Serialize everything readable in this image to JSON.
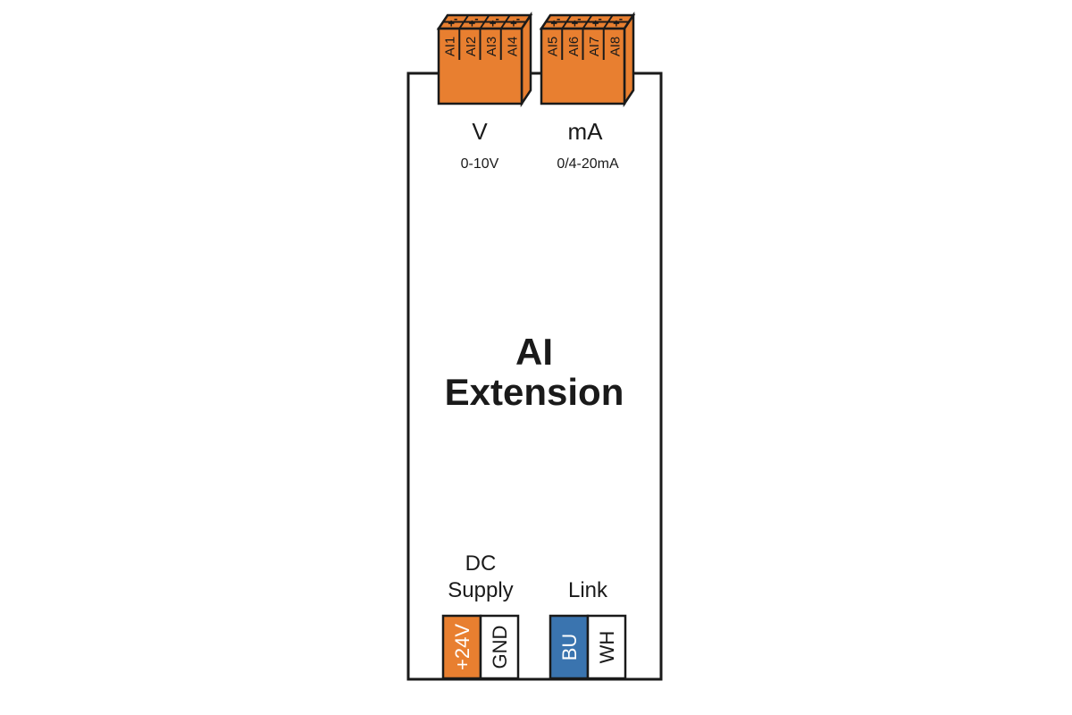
{
  "colors": {
    "terminal_orange": "#E87F30",
    "bus_blue": "#3A74AF",
    "outline": "#1a1a1a",
    "background": "#ffffff"
  },
  "module": {
    "title_line1": "AI",
    "title_line2": "Extension"
  },
  "terminal_blocks": [
    {
      "name": "voltage-inputs",
      "inputs": [
        "AI1",
        "AI2",
        "AI3",
        "AI4"
      ],
      "plus_label": "+",
      "minus_label": "-",
      "type_label": "V",
      "range_label": "0-10V"
    },
    {
      "name": "current-inputs",
      "inputs": [
        "AI5",
        "AI6",
        "AI7",
        "AI8"
      ],
      "plus_label": "+",
      "minus_label": "-",
      "type_label": "mA",
      "range_label": "0/4-20mA"
    }
  ],
  "power": {
    "label_line1": "DC",
    "label_line2": "Supply",
    "pins": [
      "+24V",
      "GND"
    ]
  },
  "link": {
    "label": "Link",
    "pins": [
      "BU",
      "WH"
    ]
  }
}
